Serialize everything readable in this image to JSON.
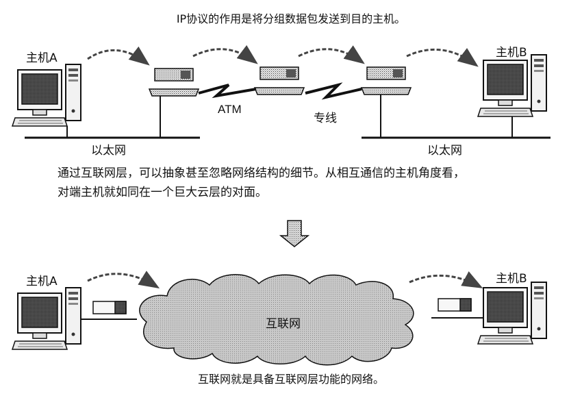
{
  "title": "IP协议的作用是将分组数据包发送到目的主机。",
  "top_diagram": {
    "host_a_label": "主机A",
    "host_b_label": "主机B",
    "atm_label": "ATM",
    "leased_line_label": "专线",
    "ethernet_left_label": "以太网",
    "ethernet_right_label": "以太网"
  },
  "description": {
    "line1": "通过互联网层，可以抽象甚至忽略网络结构的细节。从相互通信的主机角度看，",
    "line2": "对端主机就如同在一个巨大云层的对面。"
  },
  "bottom_diagram": {
    "host_a_label": "主机A",
    "host_b_label": "主机B",
    "cloud_label": "互联网"
  },
  "caption": "互联网就是具备互联网层功能的网络。"
}
